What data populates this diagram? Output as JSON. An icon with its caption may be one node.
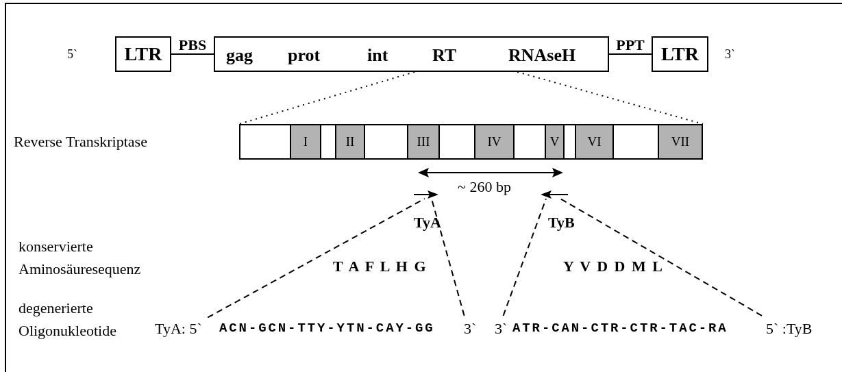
{
  "diagram": {
    "nodes": [
      {
        "text": [
          "LTR"
        ]
      },
      {
        "text": [
          "gag",
          "prot",
          "int",
          "RT",
          "RNAseH"
        ]
      },
      {
        "text": [
          "LTR"
        ]
      },
      {
        "text": [],
        "shape": "bar"
      },
      {
        "text": [
          "I"
        ],
        "in": 3
      },
      {
        "text": [
          "II"
        ],
        "in": 3
      },
      {
        "text": [
          "III"
        ],
        "in": 3
      },
      {
        "text": [
          "IV"
        ],
        "in": 3
      },
      {
        "text": [
          "V"
        ],
        "in": 3
      },
      {
        "text": [
          "VI"
        ],
        "in": 3
      },
      {
        "text": [
          "VII"
        ],
        "in": 3
      },
      {
        "text": [],
        "shape": "arrow",
        "beside": [
          "TyA"
        ]
      },
      {
        "text": [],
        "shape": "arrow",
        "beside": [
          "TyB"
        ]
      },
      {
        "text": [
          "ACN-GCN-TTY-YTN-CAY-GG"
        ]
      },
      {
        "text": [
          "ATR-CAN-CTR-CTR-TAC-RA"
        ]
      }
    ],
    "edges": [
      {
        "from": 0,
        "to": 1,
        "arrow": "none",
        "label": "PBS"
      },
      {
        "from": 1,
        "to": 2,
        "arrow": "none",
        "label": "PPT"
      },
      {
        "from": 1,
        "to": 3,
        "arrow": "none",
        "style": "dashed"
      },
      {
        "from": 1,
        "to": 3,
        "arrow": "none",
        "style": "dashed"
      },
      {
        "from": 13,
        "to": 11,
        "arrow": "none",
        "style": "dashed"
      },
      {
        "from": 13,
        "to": 11,
        "arrow": "none",
        "style": "dashed"
      },
      {
        "from": 14,
        "to": 12,
        "arrow": "none",
        "style": "dashed"
      },
      {
        "from": 14,
        "to": 12,
        "arrow": "none",
        "style": "dashed"
      }
    ],
    "labels": [
      "5`",
      "3`",
      "Reverse Transkriptase",
      "~ 260 bp",
      "konservierte Aminosäuresequenz",
      "T A F L H G",
      "Y V D D M L",
      "degenerierte Oligonukleotide",
      "TyA: 5`",
      "3`",
      "3`",
      "5` :TyB"
    ]
  }
}
